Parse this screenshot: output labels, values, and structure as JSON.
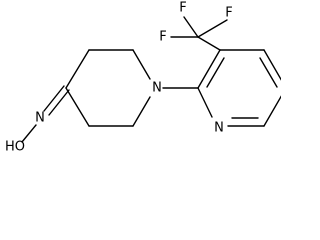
{
  "atoms": {
    "F1": "F",
    "F2": "F",
    "F3": "F",
    "N_piperidine": "N",
    "N_pyridine": "N",
    "N_oxime": "N",
    "OH_oxime": "HO"
  }
}
